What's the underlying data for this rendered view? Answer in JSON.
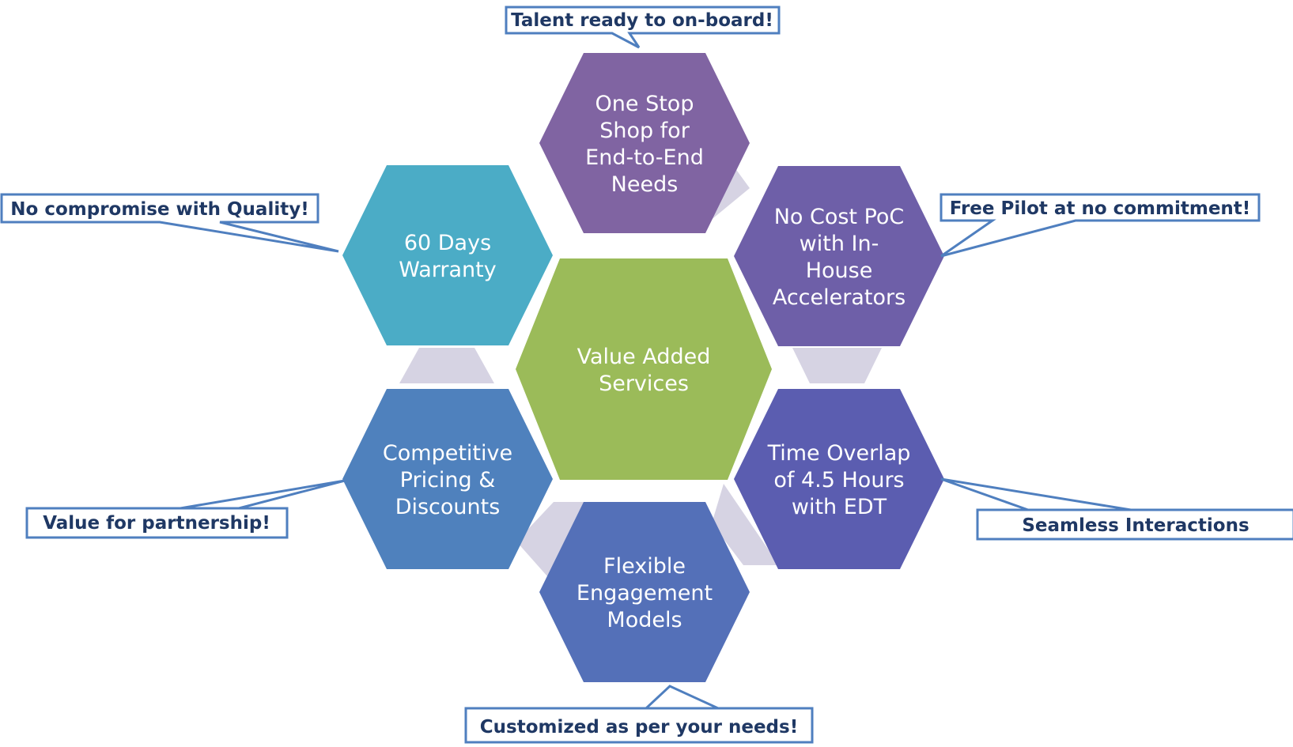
{
  "center": {
    "lines": [
      "Value Added",
      "Services"
    ],
    "color": "#9bbb59"
  },
  "hexagons": [
    {
      "id": "one-stop-shop",
      "lines": [
        "One Stop",
        "Shop for",
        "End-to-End",
        "Needs"
      ],
      "color": "#8064a2"
    },
    {
      "id": "no-cost-poc",
      "lines": [
        "No Cost PoC",
        "with In-",
        "House",
        "Accelerators"
      ],
      "color": "#6e5fa8"
    },
    {
      "id": "time-overlap",
      "lines": [
        "Time Overlap",
        "of 4.5 Hours",
        "with EDT"
      ],
      "color": "#5b5db0"
    },
    {
      "id": "flexible-engagement",
      "lines": [
        "Flexible",
        "Engagement",
        "Models"
      ],
      "color": "#5470b8"
    },
    {
      "id": "competitive-pricing",
      "lines": [
        "Competitive",
        "Pricing &",
        "Discounts"
      ],
      "color": "#4f81bd"
    },
    {
      "id": "warranty",
      "lines": [
        "60 Days",
        "Warranty"
      ],
      "color": "#4bacc6"
    }
  ],
  "callouts": [
    {
      "id": "talent",
      "text": "Talent ready to on-board!"
    },
    {
      "id": "quality",
      "text": "No compromise with Quality!"
    },
    {
      "id": "pilot",
      "text": "Free Pilot at no commitment!"
    },
    {
      "id": "partnership",
      "text": "Value for partnership!"
    },
    {
      "id": "seamless",
      "text": "Seamless Interactions"
    },
    {
      "id": "customized",
      "text": "Customized as per your needs!"
    }
  ],
  "colors": {
    "connector": "#d6d3e3",
    "callout_border": "#4f7fbf",
    "callout_text": "#1f3864"
  }
}
